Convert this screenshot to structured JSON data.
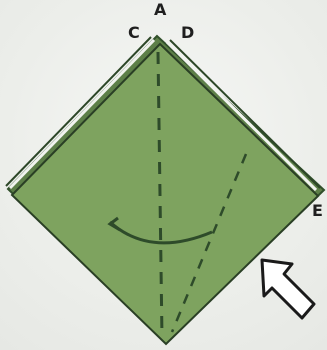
{
  "diagram": {
    "labels": {
      "a": "A",
      "c": "C",
      "d": "D",
      "e": "E"
    },
    "colors": {
      "paper_front": "#7ea35f",
      "paper_dark": "#5d7f48",
      "fold_line": "#2e4b2a",
      "arrow_stroke": "#1a1a1a",
      "background": "#eef0ee"
    }
  }
}
